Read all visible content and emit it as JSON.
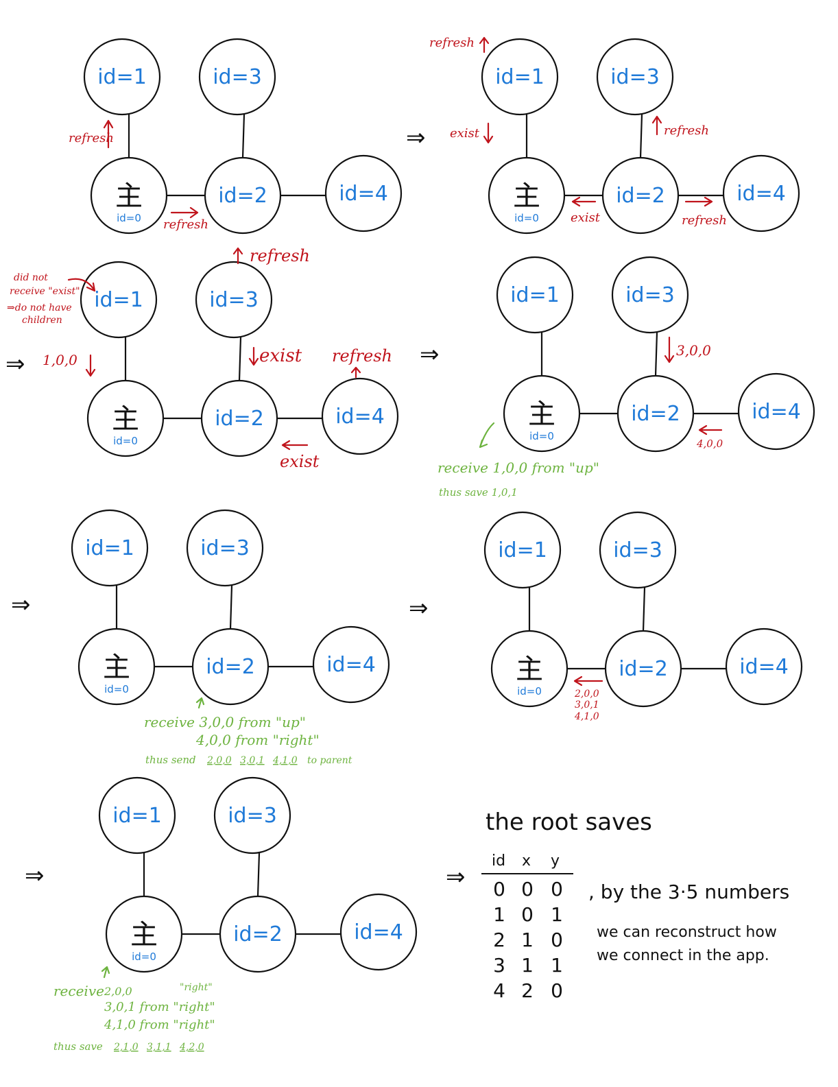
{
  "colors": {
    "node_label": "#1f7ad8",
    "red_annotation": "#c0141c",
    "green_annotation": "#6db33f",
    "stroke": "#111111"
  },
  "implies": "⇒",
  "node_labels": {
    "n1": "id=1",
    "n3": "id=3",
    "n2": "id=2",
    "n4": "id=4",
    "root_glyph": "主",
    "root_id": "id=0"
  },
  "panel_a": {
    "refresh_up": "refresh",
    "refresh_right": "refresh"
  },
  "panel_b": {
    "refresh_top": "refresh",
    "exist_down": "exist",
    "refresh_n3": "refresh",
    "exist_left": "exist",
    "refresh_right": "refresh"
  },
  "panel_c": {
    "refresh_n3": "refresh",
    "note_line1": "did not",
    "note_line2": "receive \"exist\"",
    "note_line3": "⇒do not have",
    "note_line4": "children",
    "msg_1": "1,0,0",
    "exist_down": "exist",
    "refresh_n4": "refresh",
    "exist_left": "exist"
  },
  "panel_d": {
    "msg_3": "3,0,0",
    "msg_4": "4,0,0",
    "green_line1": "receive 1,0,0 from \"up\"",
    "green_line2": "thus save 1,0,1"
  },
  "panel_e": {
    "green_line1": "receive 3,0,0 from \"up\"",
    "green_line2": "4,0,0 from \"right\"",
    "green_line3_prefix": "thus send",
    "green_tuple1": "2,0,0",
    "green_tuple2": "3,0,1",
    "green_tuple3": "4,1,0",
    "green_line3_suffix": "to parent"
  },
  "panel_f": {
    "red_line1": "2,0,0",
    "red_line2": "3,0,1",
    "red_line3": "4,1,0"
  },
  "panel_g": {
    "green_receive": "receive",
    "green_row1": "2,0,0",
    "green_right1": "\"right\"",
    "green_row2": "3,0,1 from \"right\"",
    "green_row3": "4,1,0 from \"right\"",
    "green_save_prefix": "thus save",
    "green_save1": "2,1,0",
    "green_save2": "3,1,1",
    "green_save3": "4,2,0"
  },
  "summary": {
    "title": "the root saves",
    "table_headers": [
      "id",
      "x",
      "y"
    ],
    "table_rows": [
      [
        "0",
        "0",
        "0"
      ],
      [
        "1",
        "0",
        "1"
      ],
      [
        "2",
        "1",
        "0"
      ],
      [
        "3",
        "1",
        "1"
      ],
      [
        "4",
        "2",
        "0"
      ]
    ],
    "note_line1": ", by the 3·5 numbers",
    "note_line2": "we can reconstruct how",
    "note_line3": "we connect in the app."
  }
}
